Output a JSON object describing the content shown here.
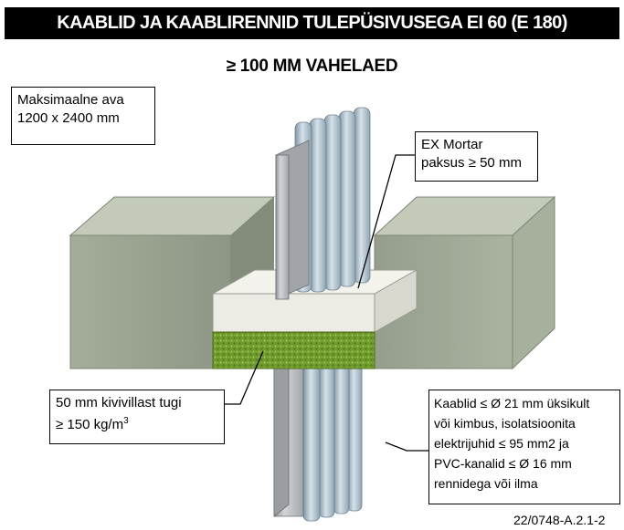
{
  "title": "KAABLID JA KAABLIRENNID TULEPÜSIVUSEGA EI 60 (E 180)",
  "subtitle": "≥ 100 MM VAHELAED",
  "callouts": {
    "max_opening": {
      "line1": "Maksimaalne ava",
      "line2": "1200 x 2400 mm"
    },
    "mortar": {
      "line1": "EX Mortar",
      "line2": "paksus ≥ 50 mm"
    },
    "wool_support": {
      "line1": "50 mm kivivillast tugi",
      "line2": "≥ 150 kg/m",
      "sup": "3"
    },
    "cables": {
      "line1": "Kaablid ≤ Ø 21 mm üksikult",
      "line2": "või kimbus, isolatsioonita",
      "line3": "elektrijuhid ≤ 95 mm2 ja",
      "line4": "PVC-kanalid ≤ Ø 16 mm",
      "line5": "rennidega või ilma"
    }
  },
  "reference": "22/0748-A.2.1-2",
  "colors": {
    "concrete_front": "#9aa391",
    "concrete_top": "#c3cab9",
    "mortar": "#ecece4",
    "wool": "#6f9a2c",
    "tray": "#b9bcc0",
    "cable": "#a9bbc6"
  }
}
